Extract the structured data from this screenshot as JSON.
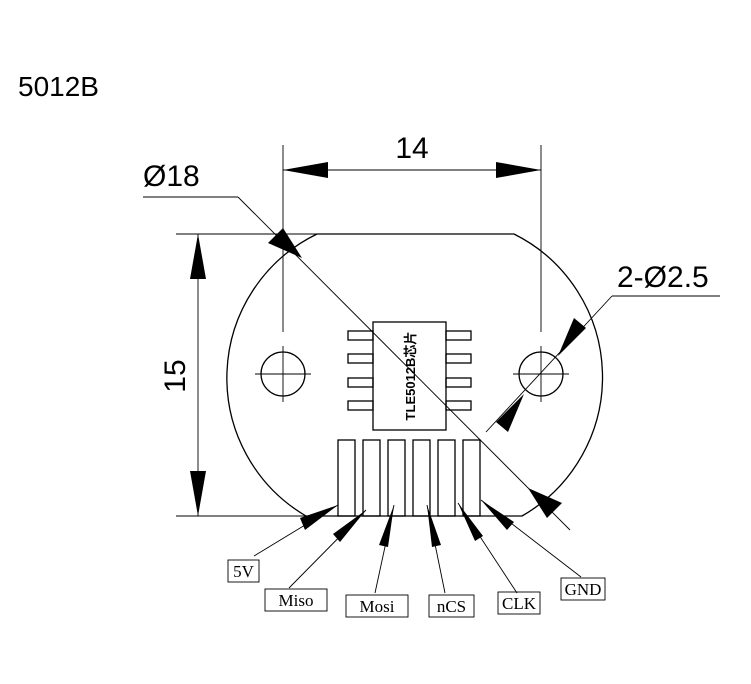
{
  "title": "5012B",
  "dimensions": {
    "width": "14",
    "diameter": "Ø18",
    "height": "15",
    "holes": "2-Ø2.5"
  },
  "chip": {
    "label": "TLE5012B芯片"
  },
  "pins": [
    {
      "id": "5v",
      "label": "5V"
    },
    {
      "id": "miso",
      "label": "Miso"
    },
    {
      "id": "mosi",
      "label": "Mosi"
    },
    {
      "id": "ncs",
      "label": "nCS"
    },
    {
      "id": "clk",
      "label": "CLK"
    },
    {
      "id": "gnd",
      "label": "GND"
    }
  ]
}
